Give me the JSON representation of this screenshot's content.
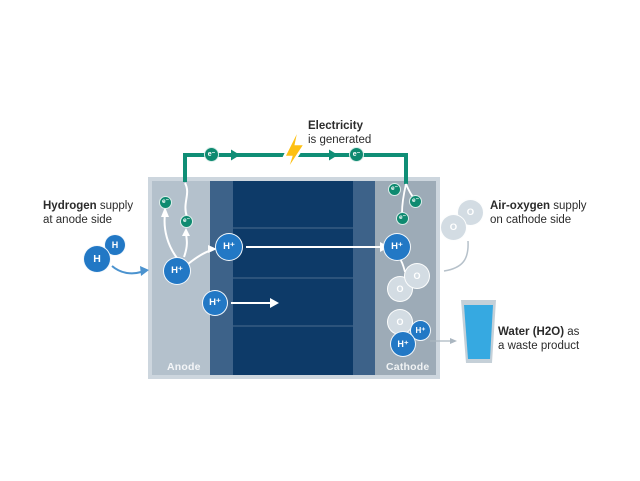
{
  "labels": {
    "electricity": {
      "line1": "Electricity",
      "line2": "is generated"
    },
    "hydrogen": {
      "bold": "Hydrogen",
      "rest": " supply",
      "line2": "at anode side"
    },
    "air_oxygen": {
      "bold": "Air-oxygen",
      "rest": " supply",
      "line2": "on cathode side"
    },
    "water": {
      "bold": "Water (H2O)",
      "rest": " as",
      "line2": "a waste product"
    },
    "anode": "Anode",
    "cathode": "Cathode"
  },
  "symbols": {
    "hydrogen_atom": "H",
    "proton": "H⁺",
    "electron": "e⁻",
    "oxygen_atom": "O"
  },
  "colors": {
    "circuit_teal": "#0f8e76",
    "electron_teal": "#0e8a70",
    "proton_blue": "#2278c5",
    "oxygen_gray": "#d3dce3",
    "membrane_navy": "#0d3a68",
    "electrode_slate": "#3d6289",
    "anode_channel": "#b4c1cc",
    "cathode_channel": "#9dabb7",
    "cell_frame": "#cdd6de",
    "bolt_yellow": "#fdc013",
    "water_blue": "#36a9e1",
    "glass_gray": "#c5d0d8",
    "text_dark": "#2b2b2b"
  }
}
